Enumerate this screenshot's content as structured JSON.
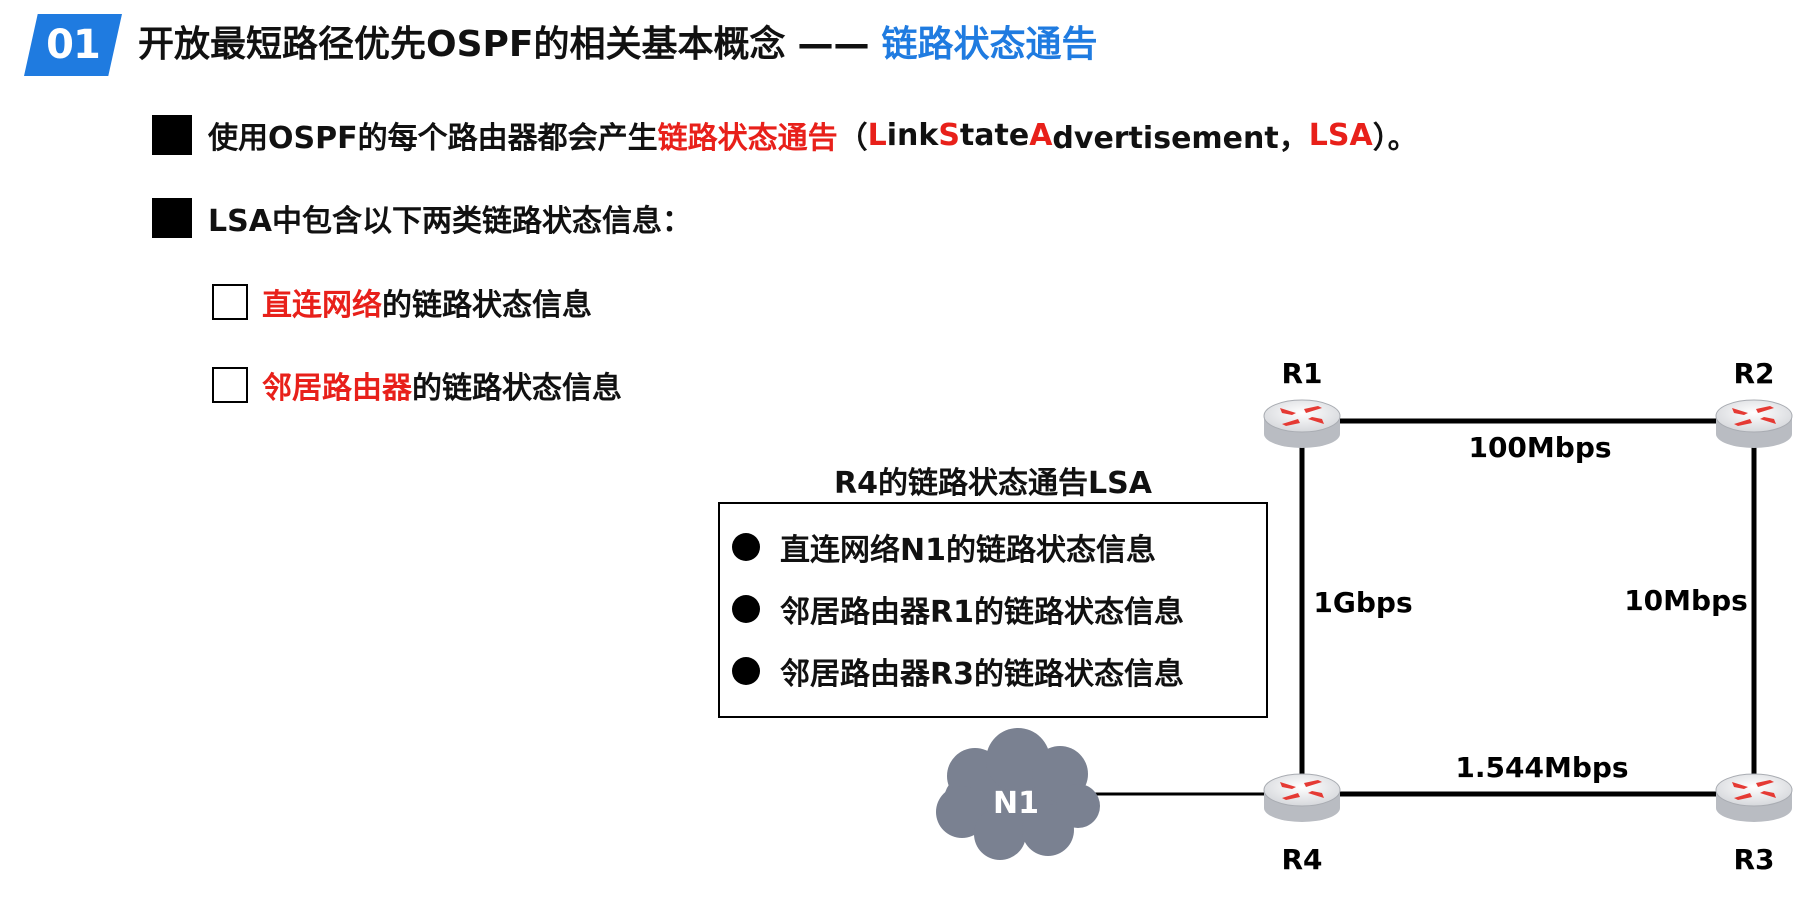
{
  "header": {
    "badge": "01",
    "title_main": "开放最短路径优先OSPF的相关基本概念",
    "title_dash": "——",
    "title_highlight": "链路状态通告"
  },
  "bullets": {
    "b1_pre": "使用OSPF的每个路由器都会产生",
    "b1_red": "链路状态通告",
    "b1_open": "（",
    "b1_L": "L",
    "b1_ink": "ink ",
    "b1_S": "S",
    "b1_tate": "tate ",
    "b1_A": "A",
    "b1_dvert": "dvertisement，",
    "b1_lsa": "LSA",
    "b1_close": "）。",
    "b2": "LSA中包含以下两类链路状态信息：",
    "sub1_red": "直连网络",
    "sub1_rest": "的链路状态信息",
    "sub2_red": "邻居路由器",
    "sub2_rest": "的链路状态信息"
  },
  "lsa_box": {
    "title": "R4的链路状态通告LSA",
    "items": [
      "直连网络N1的链路状态信息",
      "邻居路由器R1的链路状态信息",
      "邻居路由器R3的链路状态信息"
    ]
  },
  "network": {
    "routers": [
      "R1",
      "R2",
      "R3",
      "R4"
    ],
    "cloud": "N1",
    "links": {
      "r1_r2": "100Mbps",
      "r1_r4": "1Gbps",
      "r2_r3": "10Mbps",
      "r4_r3": "1.544Mbps"
    }
  },
  "colors": {
    "accent_blue": "#1f7be0",
    "highlight_red": "#e8201a",
    "cloud_gray": "#7a8191"
  },
  "icons": {
    "router": "router-icon",
    "cloud": "cloud-icon"
  }
}
